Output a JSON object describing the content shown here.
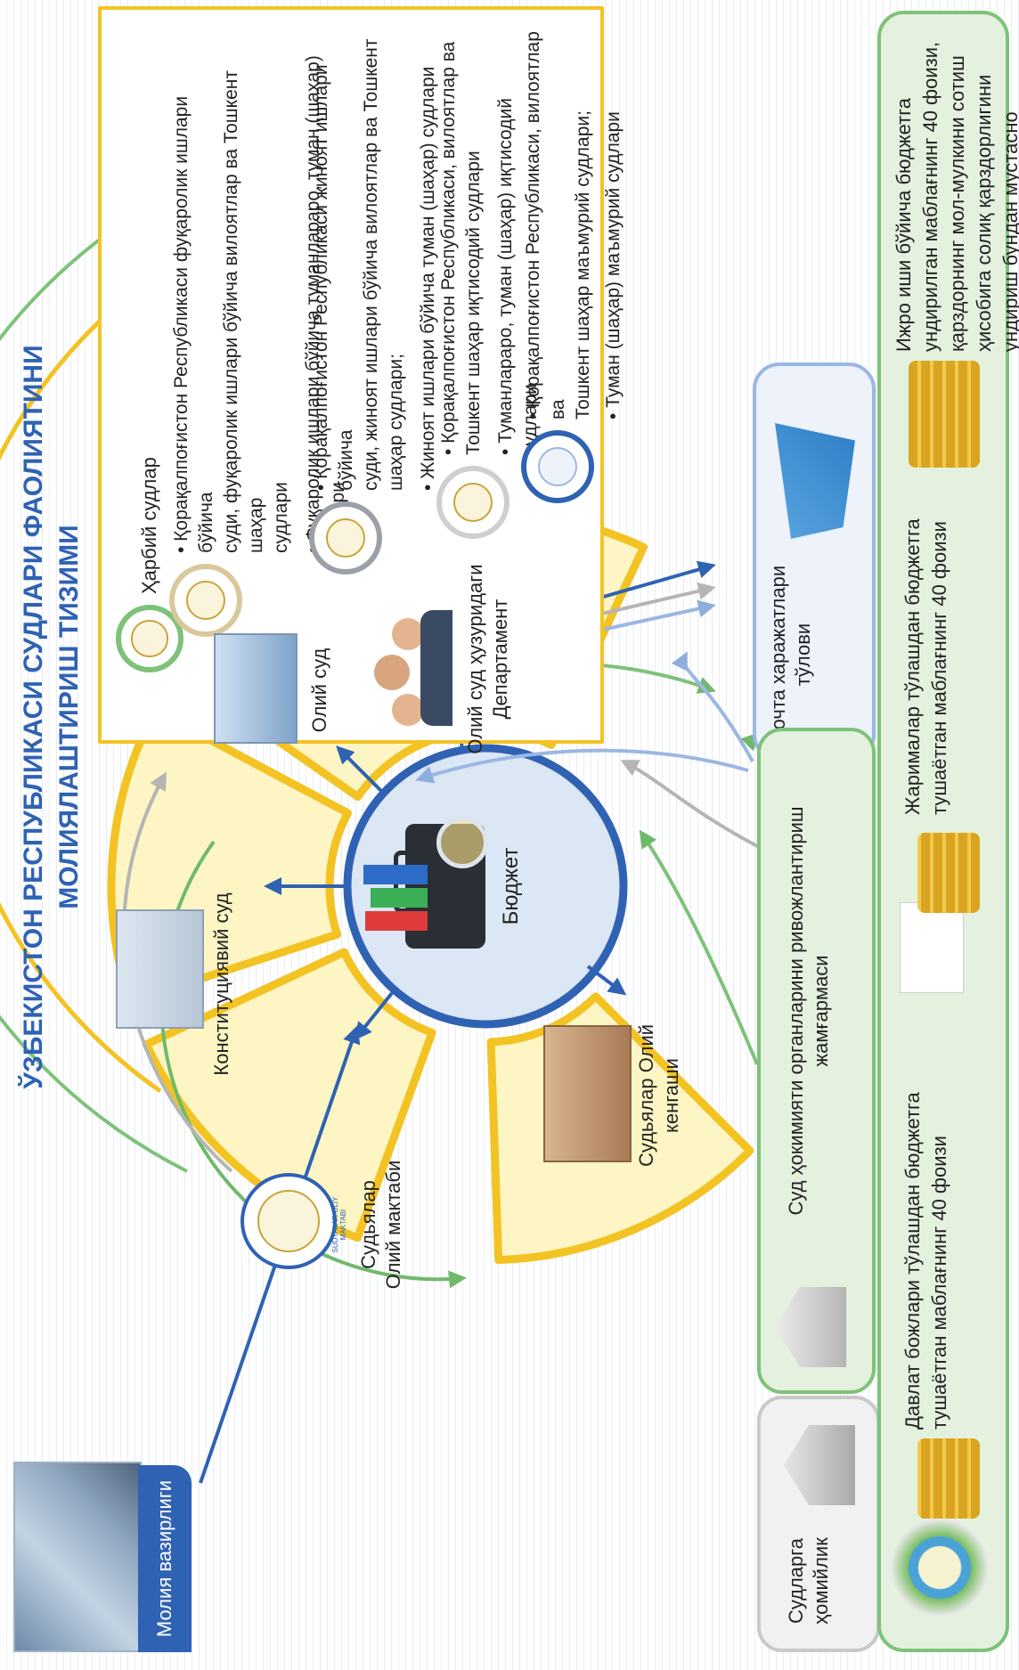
{
  "title": {
    "line1": "ЎЗБЕКИСТОН РЕСПУБЛИКАСИ СУДЛАРИ ФАОЛИЯТИНИ",
    "line2": "МОЛИЯЛАШТИРИШ ТИЗИМИ"
  },
  "ministry": {
    "label": "Молия вазирлиги"
  },
  "budget": {
    "label": "Бюджет"
  },
  "institutions": {
    "constitutional_court": "Конституциявий суд",
    "supreme_court": "Олий суд",
    "department": "Олий суд ҳузуридаги Департамент",
    "judges_school": "Судьялар Олий мактаби",
    "judges_council": "Судьялар Олий кенгаши",
    "school_seal_text": "SUDYALAR OLIY MAKTABI"
  },
  "courts": {
    "military": "Ҳарбий судлар",
    "civil": [
      "• Қорақалпоғистон Республикаси фуқаролик ишлари бўйича",
      "суди, фуқаролик ишлари бўйича вилоятлар ва Тошкент шаҳар",
      "судлари",
      "• Фуқаролик ишлари бўйича туманлараро, туман (шаҳар)",
      "судлари"
    ],
    "criminal": [
      "• Қорақалпоғистон Республикаси жиноят ишлари бўйича",
      "суди, жиноят ишлари бўйича вилоятлар ва Тошкент",
      "шаҳар судлари;",
      "• Жиноят ишлари бўйича туман (шаҳар) судлари"
    ],
    "economic": [
      "• Қорақалпоғистон Республикаси, вилоятлар ва",
      "Тошкент шаҳар иқтисодий судлари",
      "• Туманлараро, туман (шаҳар) иқтисодий судлари"
    ],
    "administrative": [
      "• Қорақалпоғистон Республикаси, вилоятлар ва",
      "Тошкент шаҳар маъмурий судлари;",
      "• Туман (шаҳар) маъмурий судлари"
    ]
  },
  "postal": {
    "label": "Почта харажатлари тўлови"
  },
  "sponsorship": {
    "label": "Судларга ҳомийлик"
  },
  "fund": {
    "label": "Суд ҳокимияти органларини ривожлантириш жамғармаси"
  },
  "bottom": {
    "state_fees": "Давлат божлари тўлашдан бюджетга тушаётган маблағнинг 40 фоизи",
    "fines": "Жарималар тўлашдан бюджетга тушаётган маблағнинг 40 фоизи",
    "enforcement": "Ижро иши бўйича бюджетга ундирилган маблағнинг 40 фоизи, қарздорнинг мол-мулкини сотиш ҳисобига солиқ қарздорлигини ундириш бундан мустасно"
  },
  "colors": {
    "title_blue": "#2f62b3",
    "ring_yellow": "#f3c324",
    "segment_fill": "#fdf5c3",
    "budget_blue": "#2f62b3",
    "green": "#7ec27a",
    "light_blue": "#9bb7e2",
    "grey": "#bdbdbd"
  }
}
